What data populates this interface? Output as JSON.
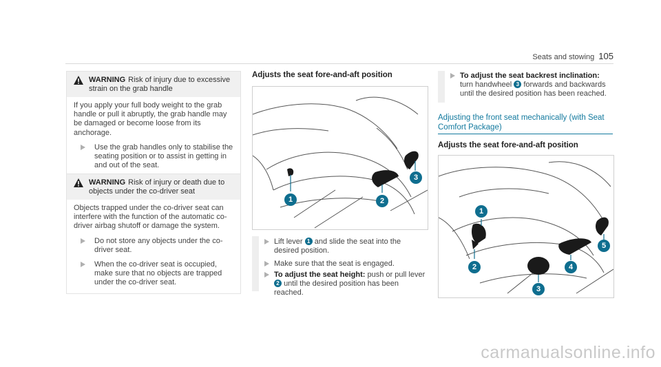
{
  "header": {
    "section": "Seats and stowing",
    "page": "105"
  },
  "warnings": [
    {
      "label": "WARNING",
      "title": "Risk of injury due to excessive strain on the grab handle",
      "text": "If you apply your full body weight to the grab handle or pull it abruptly, the grab handle may be damaged or become loose from its anchorage.",
      "bullets": [
        "Use the grab handles only to stabilise the seating position or to assist in getting in and out of the seat."
      ]
    },
    {
      "label": "WARNING",
      "title": "Risk of injury or death due to objects under the co-driver seat",
      "text": "Objects trapped under the co-driver seat can interfere with the function of the automatic co-driver airbag shutoff or damage the system.",
      "bullets": [
        "Do not store any objects under the co-driver seat.",
        "When the co-driver seat is occupied, make sure that no objects are trapped under the co-driver seat."
      ]
    }
  ],
  "col2": {
    "heading": "Adjusts the seat fore-and-aft position",
    "figure_callouts": [
      "1",
      "2",
      "3"
    ],
    "steps": [
      {
        "pre": "Lift lever",
        "num": "1",
        "post": "and slide the seat into the desired position."
      },
      {
        "pre": "Make sure that the seat is engaged."
      },
      {
        "bold": "To adjust the seat height:",
        "pre": "push or pull lever",
        "num": "2",
        "post": "until the desired position has been reached."
      }
    ]
  },
  "col3": {
    "step": {
      "bold": "To adjust the seat backrest inclination:",
      "pre": "turn handwheel",
      "num": "3",
      "post": "forwards and backwards until the desired position has been reached."
    },
    "section_title": "Adjusting the front seat mechanically (with Seat Comfort Package)",
    "heading": "Adjusts the seat fore-and-aft position",
    "figure_callouts": [
      "1",
      "2",
      "3",
      "4",
      "5"
    ]
  },
  "watermark": "carmanualsonline.info",
  "colors": {
    "accent": "#12799e",
    "callout": "#0f6e8f"
  }
}
